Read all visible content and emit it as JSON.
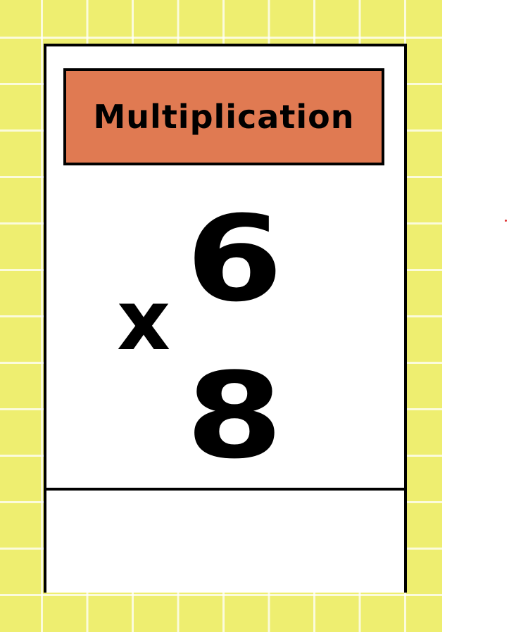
{
  "card": {
    "title": "Multiplication",
    "top_number": "6",
    "operator": "x",
    "bottom_number": "8",
    "answer": ""
  },
  "colors": {
    "background_grid": "#eeee70",
    "title_box": "#e07a52",
    "card": "#ffffff",
    "border": "#000000",
    "dot": "#e03030"
  }
}
